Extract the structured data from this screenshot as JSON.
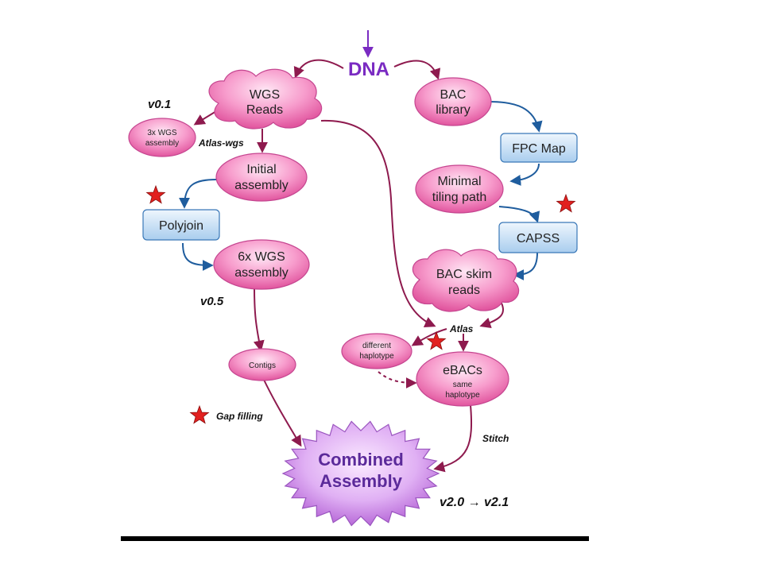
{
  "title": "DNA",
  "nodes": {
    "wgs_reads": [
      "WGS",
      "Reads"
    ],
    "bac_library": [
      "BAC",
      "library"
    ],
    "wgs3x": [
      "3x WGS",
      "assembly"
    ],
    "initial_assembly": [
      "Initial",
      "assembly"
    ],
    "fpc_map": "FPC Map",
    "minimal_tiling": [
      "Minimal",
      "tiling path"
    ],
    "polyjoin": "Polyjoin",
    "capss": "CAPSS",
    "wgs6x": [
      "6x WGS",
      "assembly"
    ],
    "bac_skim": [
      "BAC skim",
      "reads"
    ],
    "different_haplotype": [
      "different",
      "haplotype"
    ],
    "ebacs": {
      "title": "eBACs",
      "sub": [
        "same",
        "haplotype"
      ]
    },
    "contigs": "Contigs",
    "combined": [
      "Combined",
      "Assembly"
    ]
  },
  "annotations": {
    "v01": "v0.1",
    "atlas_wgs": "Atlas-wgs",
    "v05": "v0.5",
    "atlas": "Atlas",
    "gap_filling": "Gap filling",
    "stitch": "Stitch",
    "version_final": "v2.0 → v2.1"
  },
  "colors": {
    "arrow_red": "#8e1a4e",
    "arrow_blue": "#1f5d9e",
    "node_pink": "#f07ab8",
    "node_blue": "#c5def3",
    "dna_purple": "#7a2bc2",
    "star_red": "#e2201f",
    "combined_purple": "#d79cf0"
  }
}
